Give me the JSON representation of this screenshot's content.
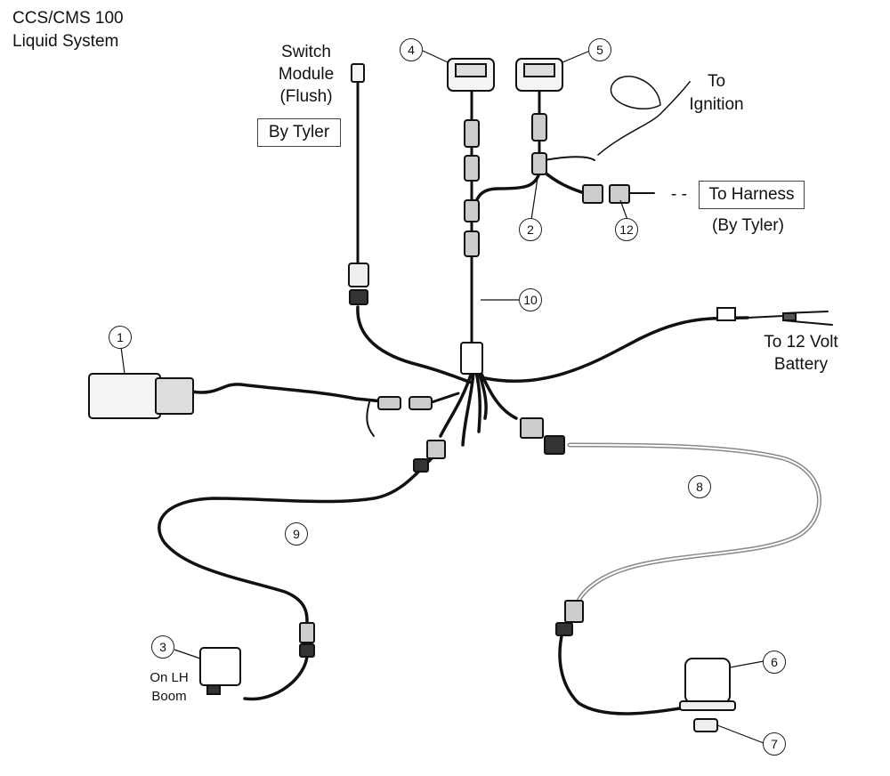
{
  "title": {
    "line1": "CCS/CMS 100",
    "line2": "Liquid System"
  },
  "labels": {
    "switch_module": [
      "Switch",
      "Module",
      "(Flush)"
    ],
    "by_tyler_box": "By Tyler",
    "to_ignition": [
      "To",
      "Ignition"
    ],
    "to_harness": "To Harness",
    "to_harness_dashes": "- -",
    "by_tyler_paren": "(By Tyler)",
    "to_battery": [
      "To 12 Volt",
      "Battery"
    ],
    "on_lh_boom": [
      "On LH",
      "Boom"
    ]
  },
  "callouts": {
    "c1": "1",
    "c2": "2",
    "c3": "3",
    "c4": "4",
    "c5": "5",
    "c6": "6",
    "c7": "7",
    "c8": "8",
    "c9": "9",
    "c10": "10",
    "c12": "12"
  },
  "colors": {
    "line": "#1a1a1a",
    "cable": "#111111",
    "light_cable": "#888888"
  }
}
